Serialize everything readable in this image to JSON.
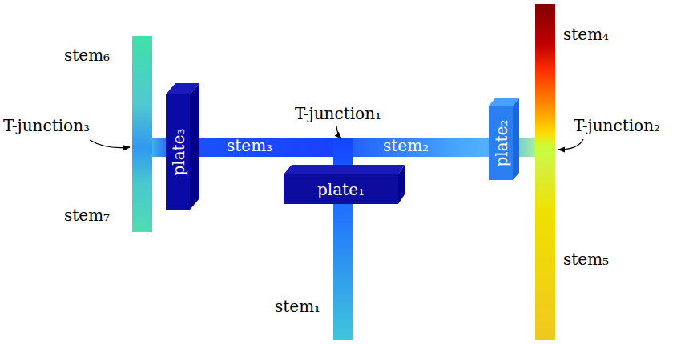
{
  "diagram": {
    "nodes": [
      {
        "text": [
          "plate₃"
        ]
      },
      {
        "text": [
          "plate₂"
        ]
      },
      {
        "text": [
          "plate₁"
        ]
      }
    ],
    "labels": [
      "stem₄",
      "stem₆",
      "T-junction₃",
      "T-junction₁",
      "T-junction₂",
      "stem₃",
      "stem₂",
      "stem₇",
      "stem₅",
      "stem₁"
    ]
  }
}
